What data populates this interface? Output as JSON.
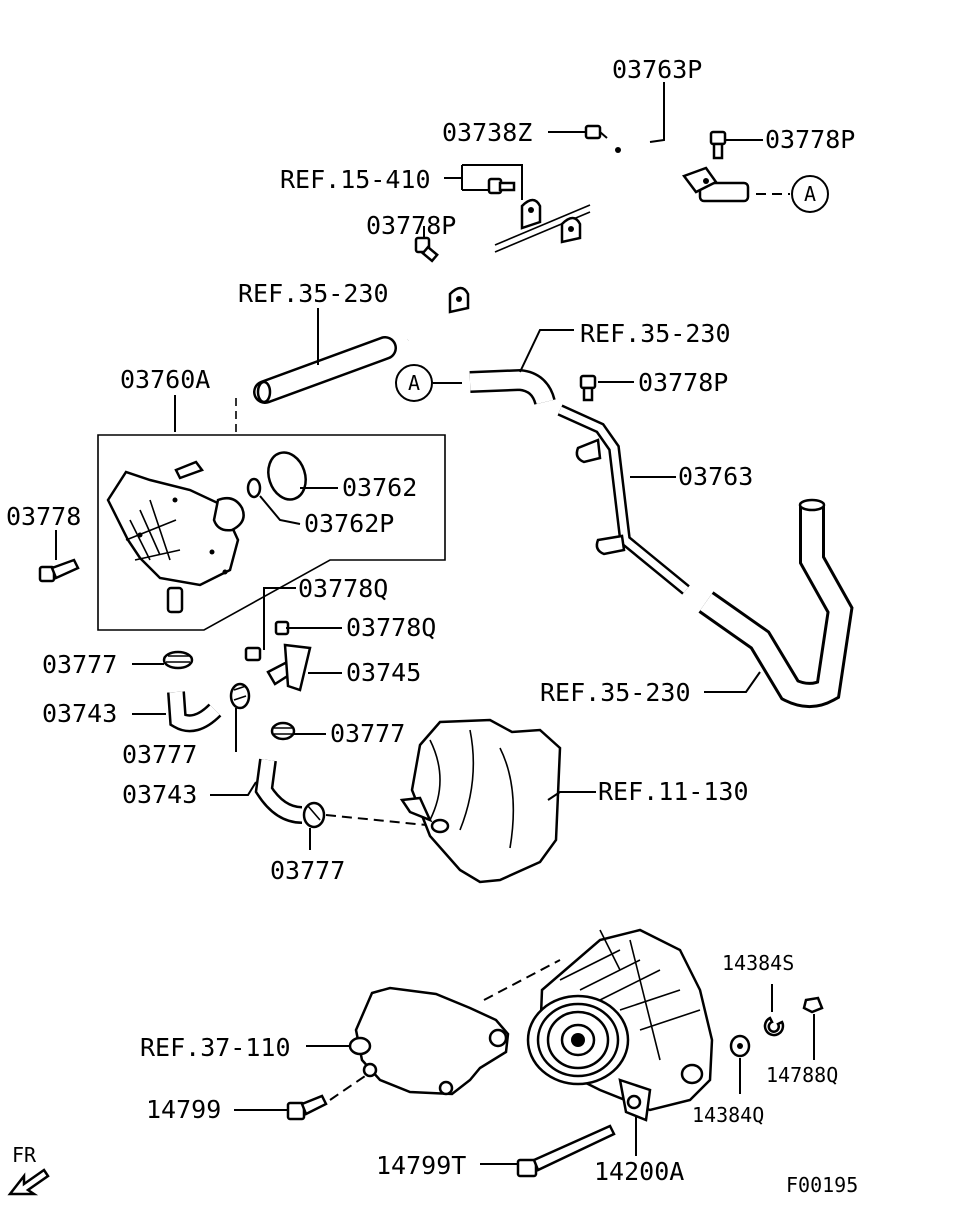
{
  "labels": {
    "p03763P": "03763P",
    "p03738Z": "03738Z",
    "p03778P_top": "03778P",
    "ref15410": "REF.15-410",
    "p03778P_mid": "03778P",
    "ref35230_a": "REF.35-230",
    "ref35230_b": "REF.35-230",
    "p03778P_r": "03778P",
    "p03760A": "03760A",
    "p03762": "03762",
    "p03762P": "03762P",
    "p03763": "03763",
    "p03778": "03778",
    "p03778Q_a": "03778Q",
    "p03778Q_b": "03778Q",
    "p03777_a": "03777",
    "p03745": "03745",
    "ref35230_c": "REF.35-230",
    "p03743_a": "03743",
    "p03777_b": "03777",
    "p03777_c": "03777",
    "p03743_b": "03743",
    "ref11130": "REF.11-130",
    "p03777_d": "03777",
    "p14384S": "14384S",
    "ref37110": "REF.37-110",
    "p14788Q": "14788Q",
    "p14799": "14799",
    "p14384Q": "14384Q",
    "fr": "FR",
    "p14799T": "14799T",
    "p14200A": "14200A",
    "figcode": "F00195"
  },
  "callouts": {
    "a1": "A",
    "a2": "A"
  }
}
